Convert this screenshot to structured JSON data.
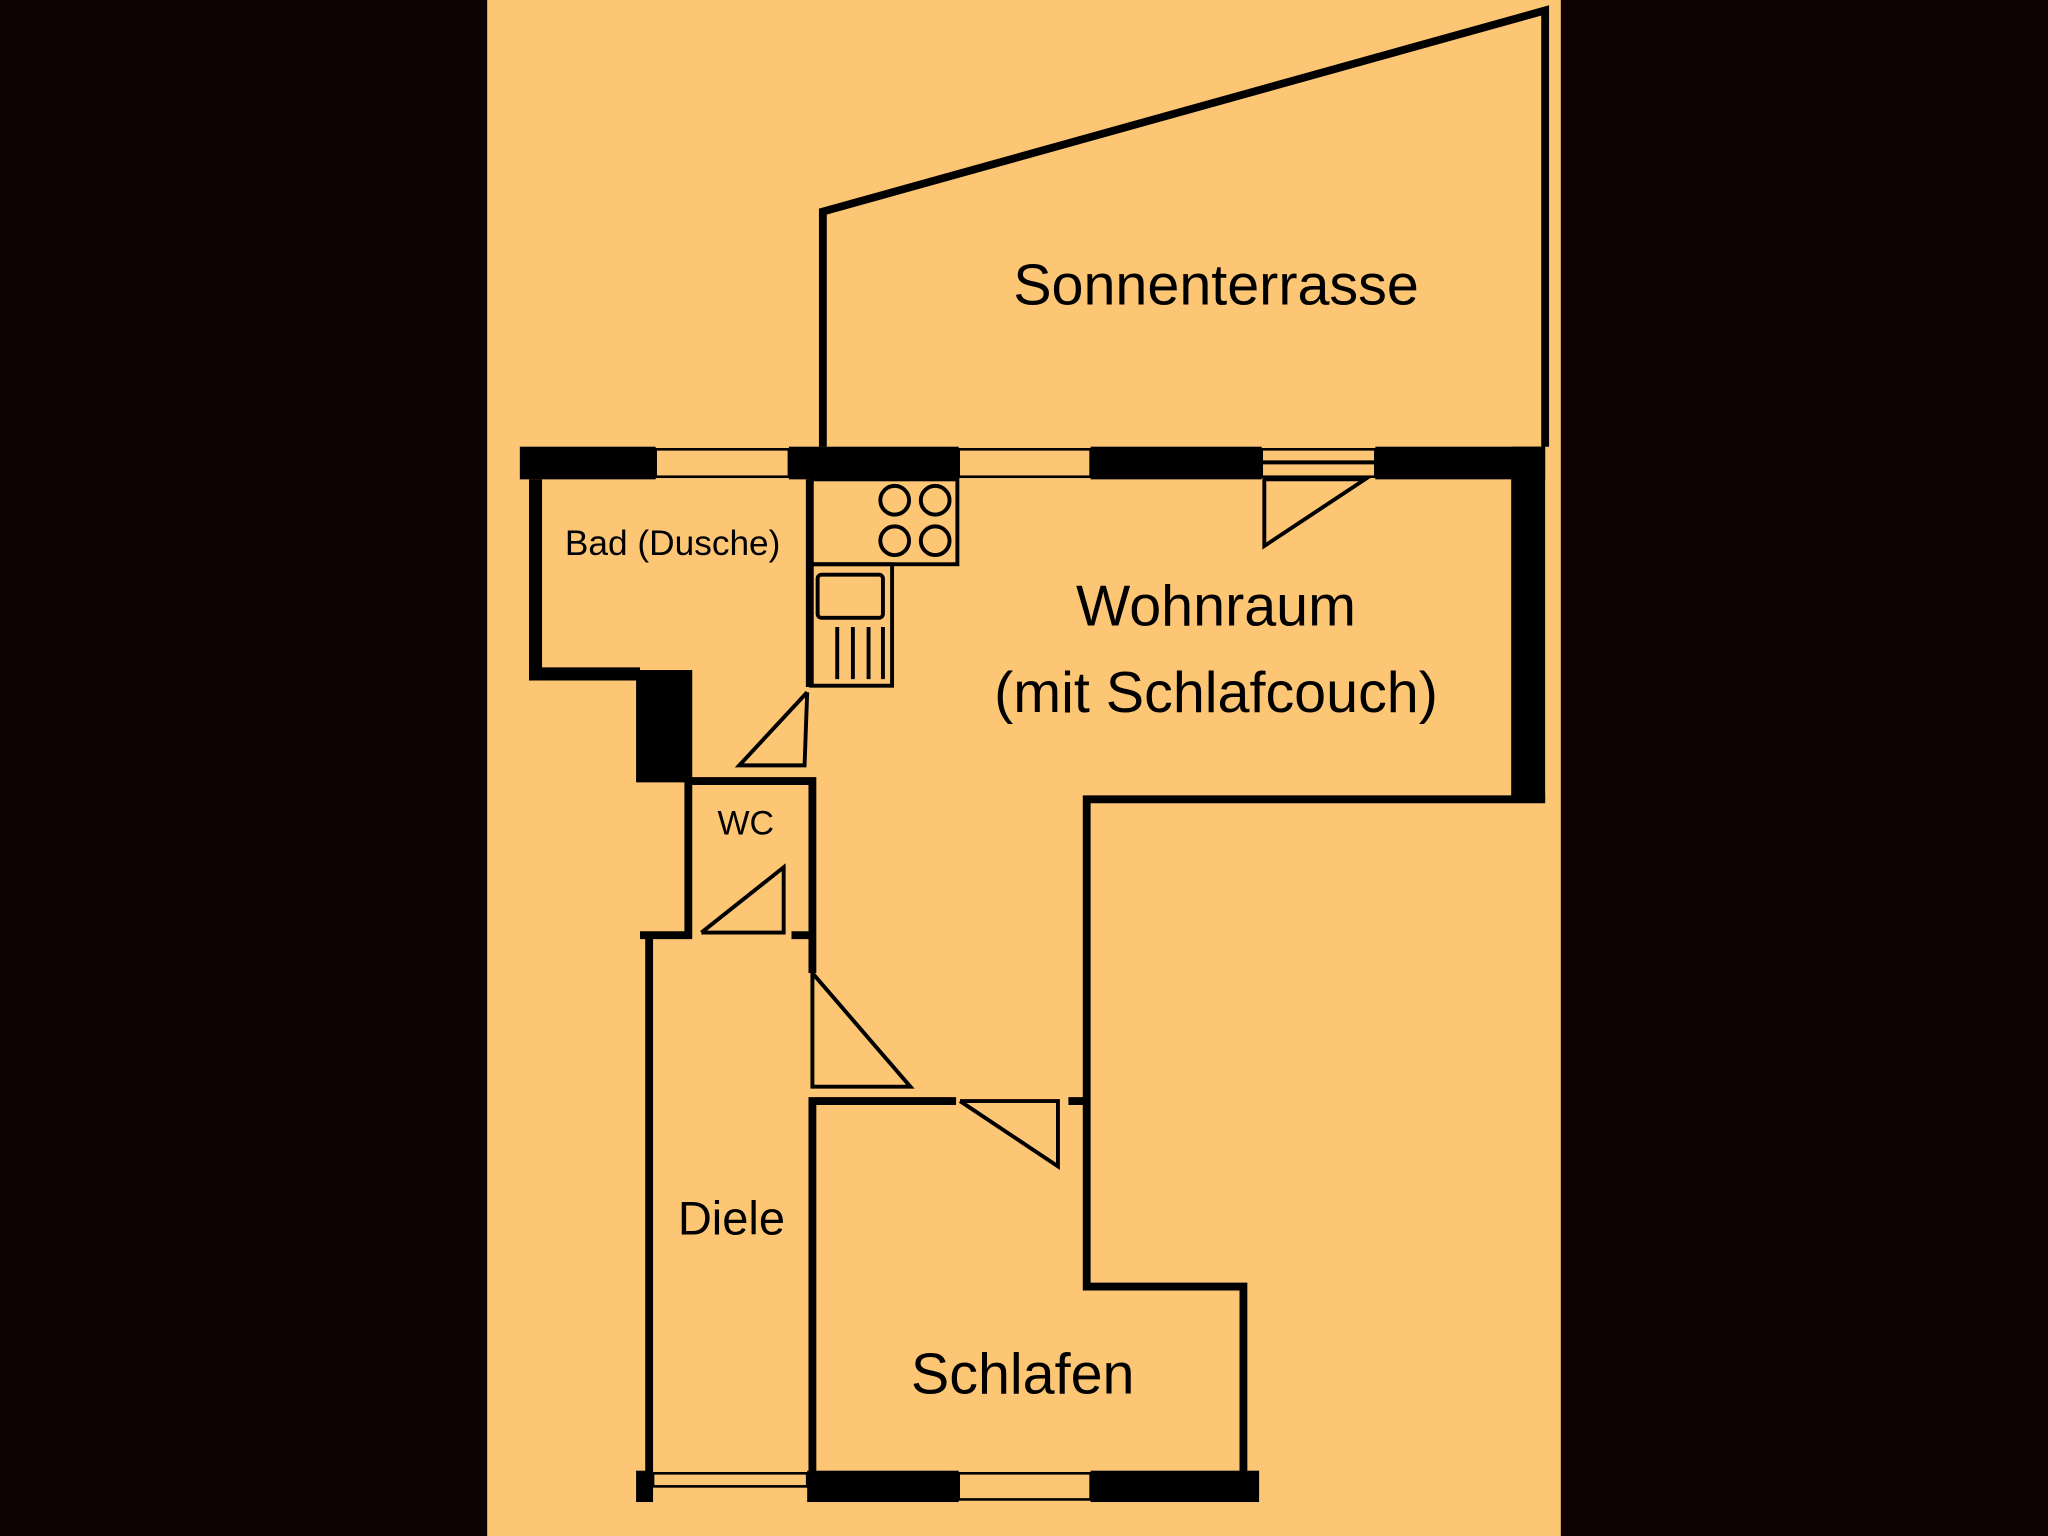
{
  "colors": {
    "background": "#0e0203",
    "plan": "#fcc675",
    "walls": "#000000"
  },
  "rooms": {
    "terrace": "Sonnenterrasse",
    "living": "Wohnraum",
    "living_note": "(mit Schlafcouch)",
    "bath": "Bad (Dusche)",
    "wc": "WC",
    "hall": "Diele",
    "bedroom": "Schlafen"
  }
}
